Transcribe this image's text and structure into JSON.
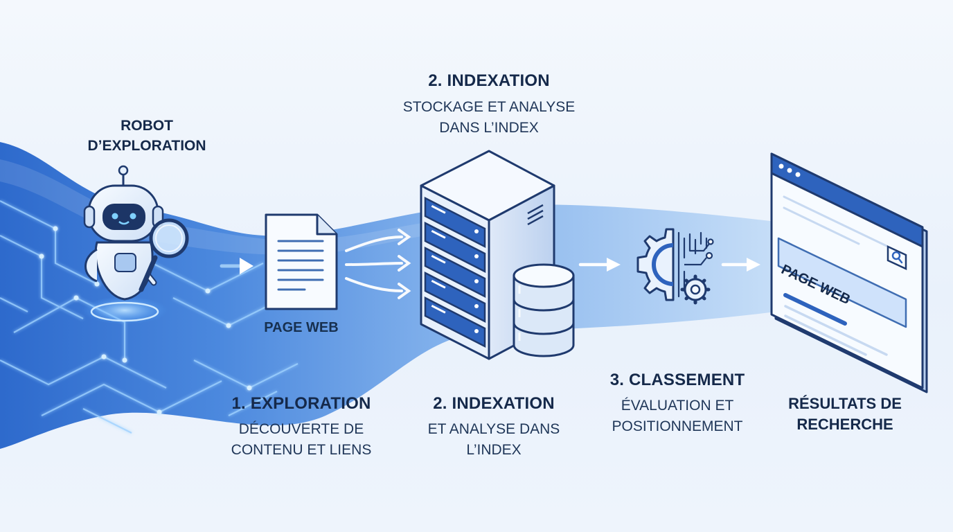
{
  "robot": {
    "label_line1": "ROBOT",
    "label_line2": "D’EXPLORATION"
  },
  "top_stage": {
    "title": "2. INDEXATION",
    "subtitle_line1": "STOCKAGE ET ANALYSE",
    "subtitle_line2": "DANS L’INDEX"
  },
  "page_doc": {
    "label": "PAGE WEB"
  },
  "browser": {
    "result_label": "PAGE WEB"
  },
  "steps": [
    {
      "title": "1. EXPLORATION",
      "line1": "DÉCOUVERTE DE",
      "line2": "CONTENU ET LIENS"
    },
    {
      "title": "2. INDEXATION",
      "line1": "ET ANALYSE DANS",
      "line2": "L’INDEX"
    },
    {
      "title": "3. CLASSEMENT",
      "line1": "ÉVALUATION ET",
      "line2": "POSITIONNEMENT"
    }
  ],
  "results": {
    "line1": "RÉSULTATS DE",
    "line2": "RECHERCHE"
  },
  "colors": {
    "primary": "#2f68c4",
    "dark_text": "#15294a",
    "glow": "#5fb0ff",
    "stroke": "#1f3a6e",
    "accent_light": "#cfe2fb"
  }
}
